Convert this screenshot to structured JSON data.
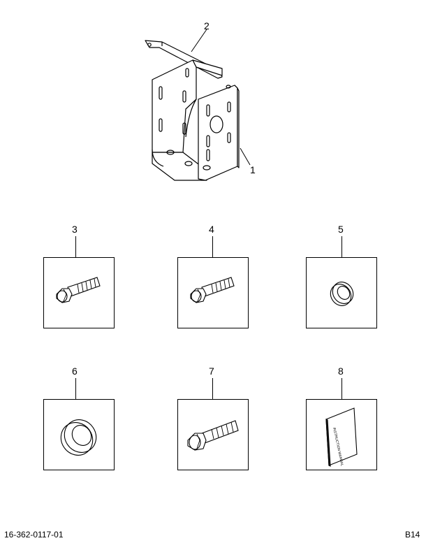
{
  "callouts": {
    "bracket": "1",
    "strap": "2",
    "part3": "3",
    "part4": "4",
    "part5": "5",
    "part6": "6",
    "part7": "7",
    "part8": "8"
  },
  "manual_cover_text": "INSTRUCTION MANUAL",
  "footer": {
    "drawing_number": "16-362-0117-01",
    "sheet_code": "B14"
  },
  "icons": [
    "bracket-assembly",
    "strap",
    "hex-bolt",
    "washer",
    "instruction-manual"
  ]
}
